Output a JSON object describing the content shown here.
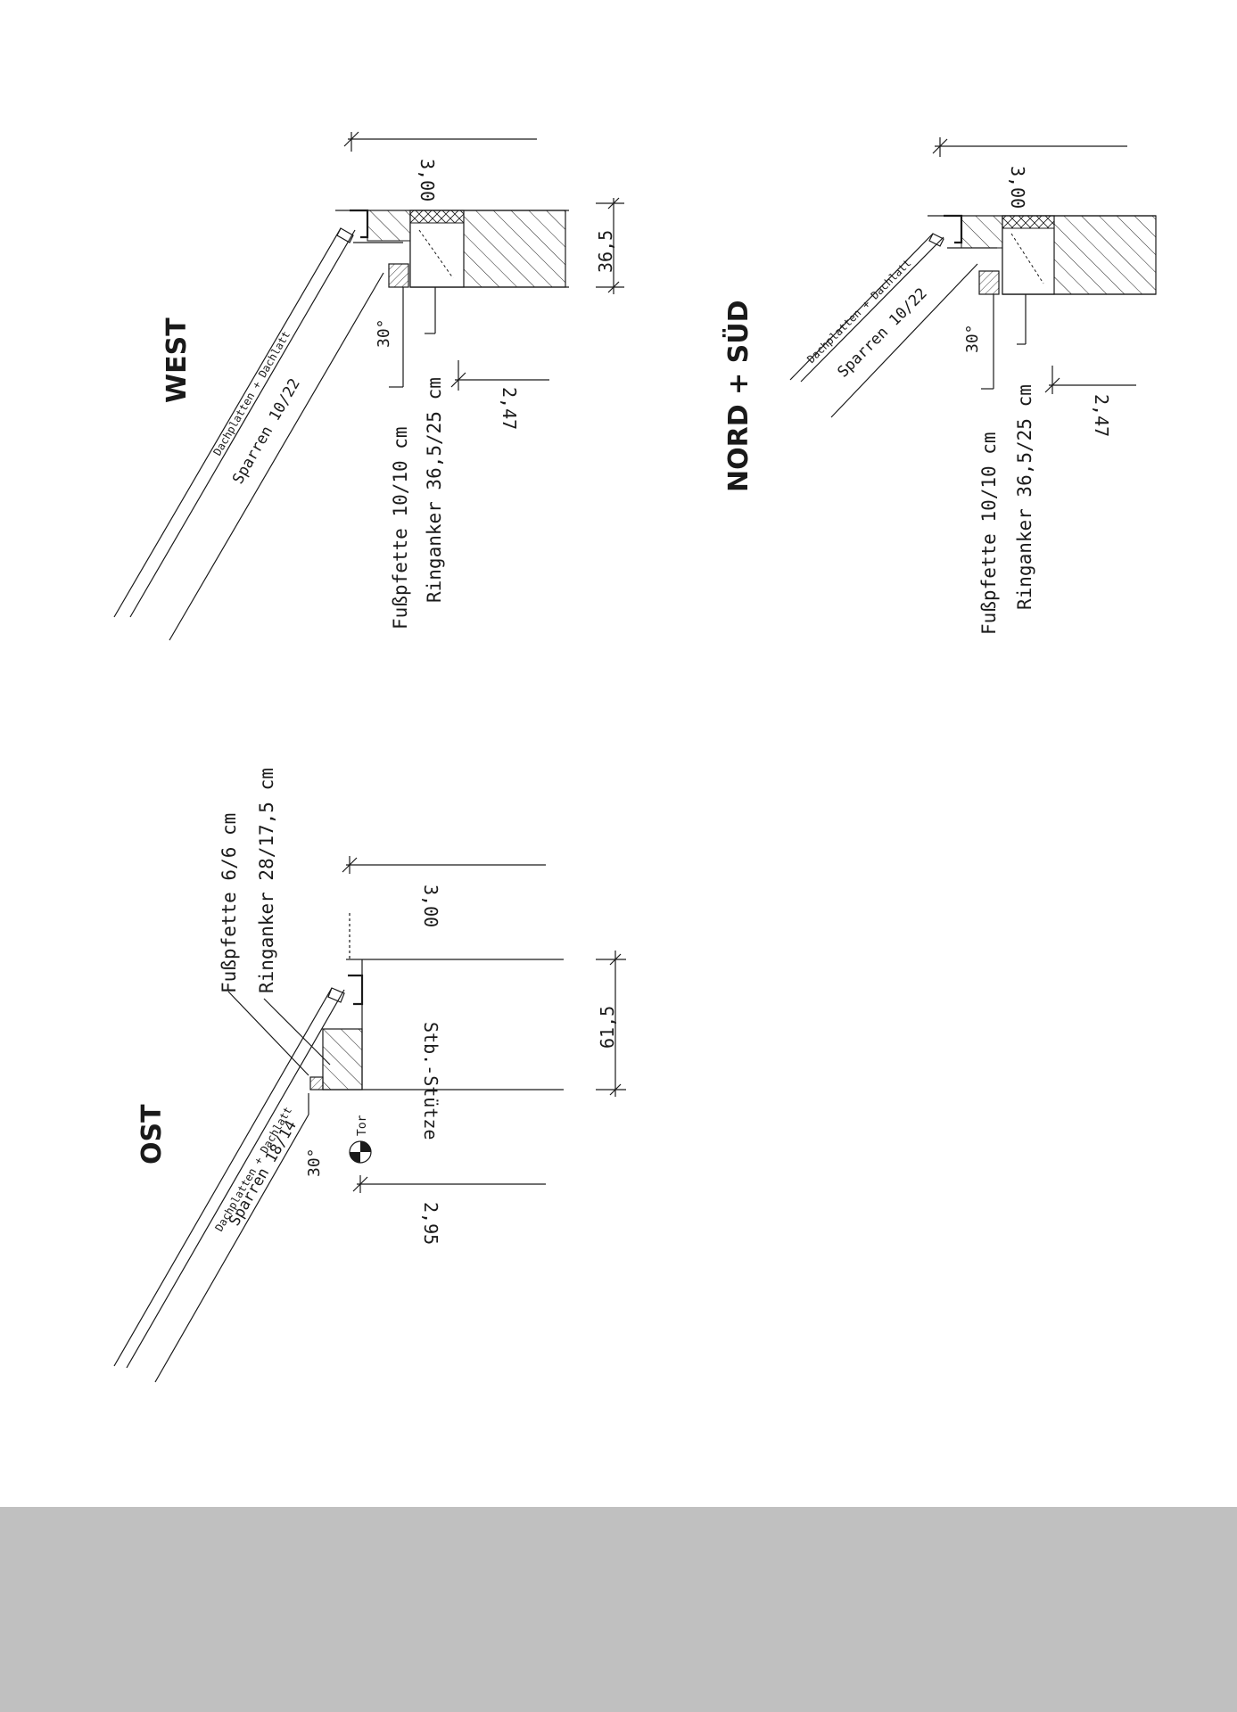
{
  "west": {
    "title": "WEST",
    "roof_label": "Dachplatten + Dachlatt",
    "rafter": "Sparren 10/22",
    "angle": "30°",
    "purlin": "Fußpfette 10/10 cm",
    "ring_beam": "Ringanker 36,5/25 cm",
    "dim_top": "3,00",
    "dim_bottom": "2,47",
    "dim_wall": "36,5"
  },
  "nord_sued": {
    "title": "NORD + SÜD",
    "roof_label": "Dachplatten + Dachlatt",
    "rafter": "Sparren 10/22",
    "angle": "30°",
    "purlin": "Fußpfette 10/10 cm",
    "ring_beam": "Ringanker 36,5/25 cm",
    "dim_top": "3,00",
    "dim_bottom": "2,47"
  },
  "ost": {
    "title": "OST",
    "roof_label": "Dachplatten + Dachlatt",
    "rafter": "Sparren 18/14",
    "angle": "30°",
    "purlin": "Fußpfette 6/6 cm",
    "ring_beam": "Ringanker 28/17,5 cm",
    "column": "Stb.-Stütze",
    "gate": "Tor",
    "dim_top": "3,00",
    "dim_bottom": "2,95",
    "dim_wall": "61,5"
  }
}
